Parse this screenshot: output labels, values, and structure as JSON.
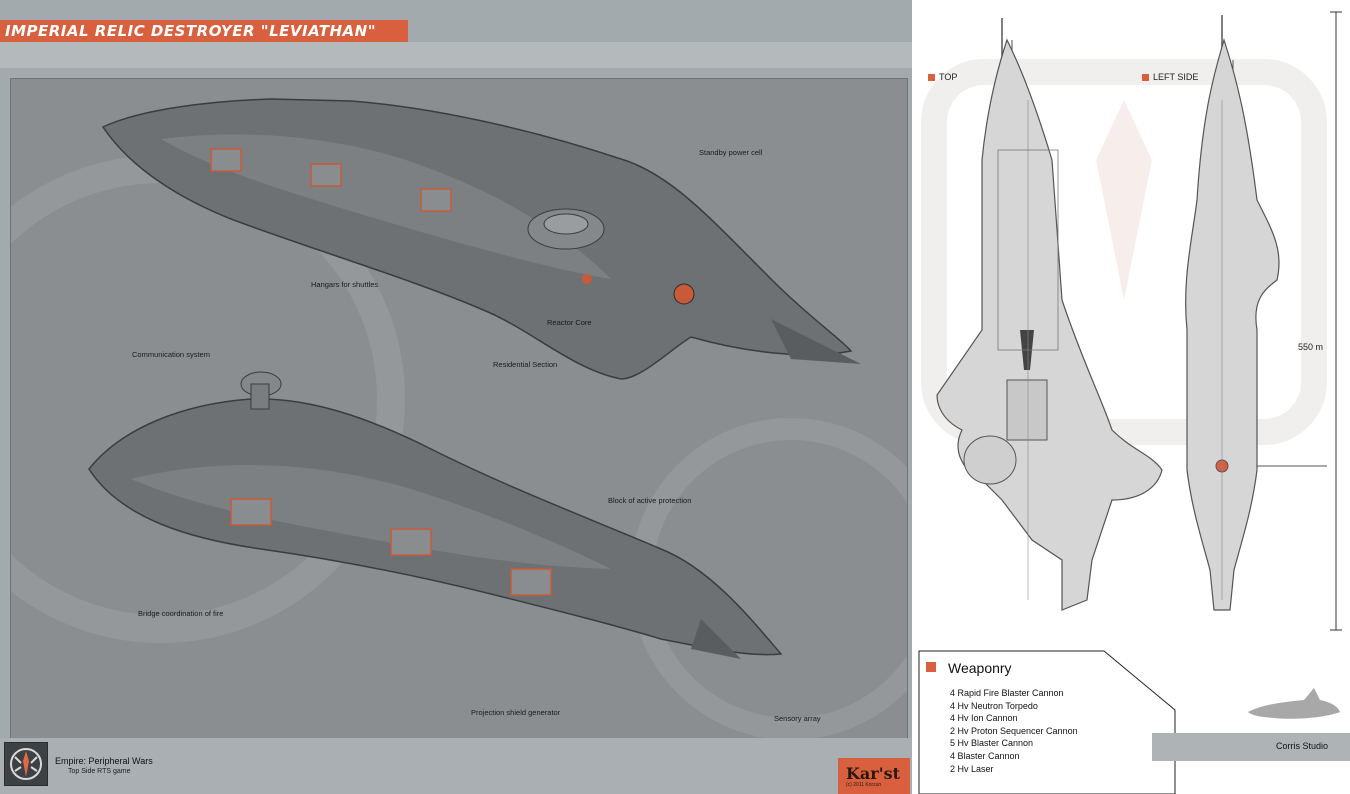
{
  "title": "Imperial Relic Destroyer \"Leviathan\"",
  "callouts": {
    "standby": "Standby power cell",
    "hangars": "Hangars for shuttles",
    "reactor": "Reactor Core",
    "communication": "Communication system",
    "residential": "Residential Section",
    "block": "Block of active protection",
    "bridge": "Bridge coordination of fire",
    "projection": "Projection shield generator",
    "sensory": "Sensory array"
  },
  "footer": {
    "game_name": "Empire: Peripheral Wars",
    "game_sub": "Top Side RTS game",
    "signature": "Kar'st",
    "signature_small": "(c) 2011 Korzun"
  },
  "views": {
    "top": "TOP",
    "left_side": "LEFT SIDE"
  },
  "dimension": "550 m",
  "weaponry": {
    "title": "Weaponry",
    "items": [
      "4 Rapid Fire Blaster Cannon",
      "4 Hv Neutron Torpedo",
      "4 Hv Ion Cannon",
      "2 Hv Proton Sequencer Cannon",
      "5 Hv Blaster Cannon",
      "4 Blaster Cannon",
      "2 Hv Laser"
    ]
  },
  "studio": "Corris Studio",
  "colors": {
    "accent": "#d8603e",
    "hull": "#6a6d70",
    "blueprint": "#d4d4d4"
  }
}
